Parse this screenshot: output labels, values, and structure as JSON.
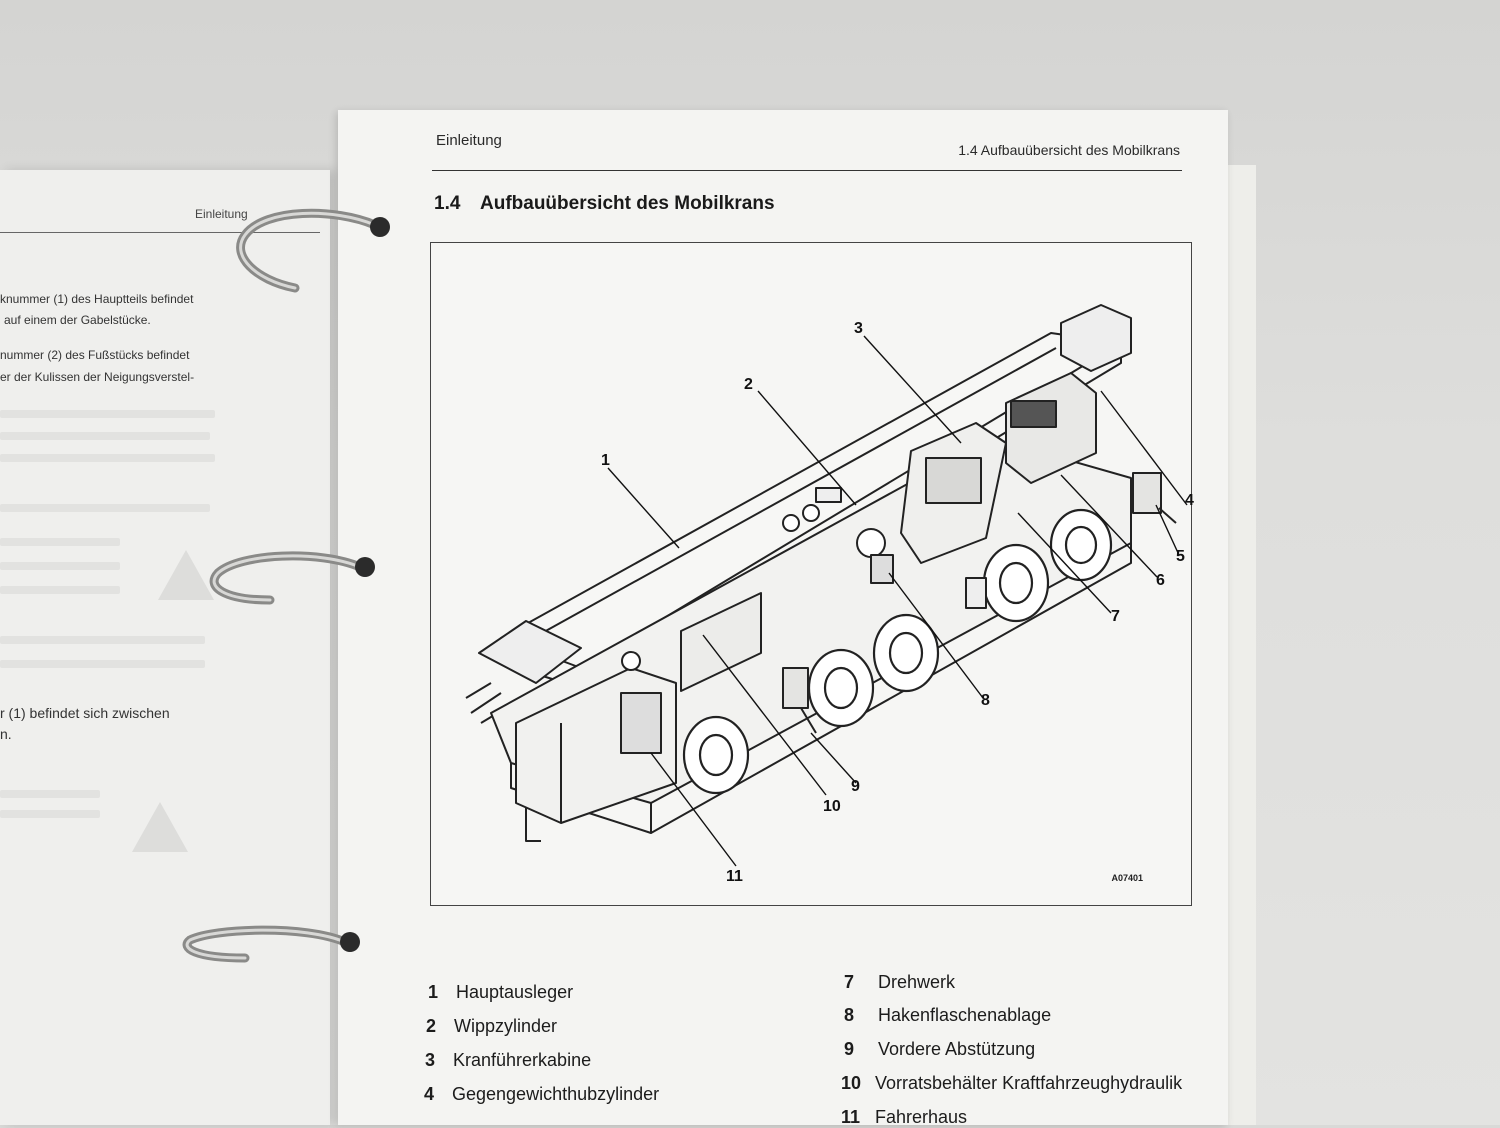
{
  "left_page": {
    "header": "Einleitung",
    "lines": [
      "knummer (1) des Hauptteils befindet",
      "auf einem der Gabelstücke.",
      "nummer (2) des Fußstücks befindet",
      "er der Kulissen der Neigungsverstel-",
      "r (1) befindet sich zwischen",
      "n."
    ]
  },
  "right_page": {
    "header_left": "Einleitung",
    "header_right": "1.4 Aufbauübersicht des Mobilkrans",
    "section_number": "1.4",
    "section_title": "Aufbauübersicht des Mobilkrans",
    "figure_code": "A07401",
    "callouts": [
      "1",
      "2",
      "3",
      "4",
      "5",
      "6",
      "7",
      "8",
      "9",
      "10",
      "11"
    ],
    "legend": [
      {
        "num": "1",
        "label": "Hauptausleger"
      },
      {
        "num": "2",
        "label": "Wippzylinder"
      },
      {
        "num": "3",
        "label": "Kranführerkabine"
      },
      {
        "num": "4",
        "label": "Gegengewichthubzylinder"
      },
      {
        "num": "7",
        "label": "Drehwerk"
      },
      {
        "num": "8",
        "label": "Hakenflaschenablage"
      },
      {
        "num": "9",
        "label": "Vordere Abstützung"
      },
      {
        "num": "10",
        "label": "Vorratsbehälter Kraftfahrzeughydraulik"
      },
      {
        "num": "11",
        "label": "Fahrerhaus"
      }
    ]
  }
}
